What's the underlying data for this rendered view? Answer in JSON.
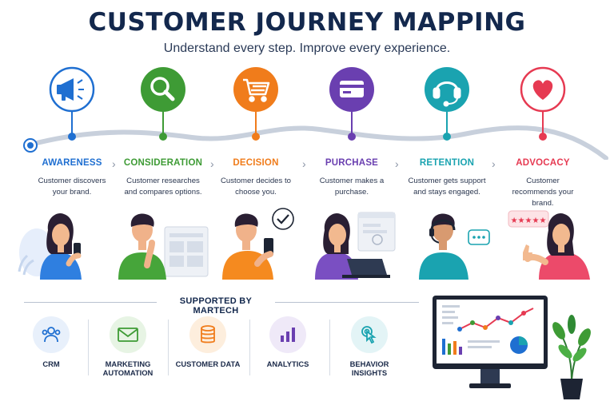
{
  "title": "CUSTOMER JOURNEY MAPPING",
  "subtitle": "Understand every step. Improve every experience.",
  "stages": [
    {
      "name": "AWARENESS",
      "desc": "Customer discovers your brand.",
      "color": "#1f6fd1",
      "icon": "megaphone-icon"
    },
    {
      "name": "CONSIDERATION",
      "desc": "Customer researches and compares options.",
      "color": "#3e9b35",
      "icon": "magnifier-icon"
    },
    {
      "name": "DECISION",
      "desc": "Customer decides to choose you.",
      "color": "#f07c1b",
      "icon": "shopping-cart-icon"
    },
    {
      "name": "PURCHASE",
      "desc": "Customer makes a purchase.",
      "color": "#6a3fb0",
      "icon": "credit-card-icon"
    },
    {
      "name": "RETENTION",
      "desc": "Customer gets support and stays engaged.",
      "color": "#1aa3b0",
      "icon": "headset-icon"
    },
    {
      "name": "ADVOCACY",
      "desc": "Customer recommends your brand.",
      "color": "#e63a52",
      "icon": "heart-icon"
    }
  ],
  "support": {
    "title": "SUPPORTED BY MARTECH",
    "tools": [
      {
        "label": "CRM",
        "icon": "users-icon"
      },
      {
        "label": "MARKETING AUTOMATION",
        "icon": "envelope-icon"
      },
      {
        "label": "CUSTOMER DATA",
        "icon": "database-icon"
      },
      {
        "label": "ANALYTICS",
        "icon": "bar-chart-icon"
      },
      {
        "label": "BEHAVIOR INSIGHTS",
        "icon": "pointer-click-icon"
      }
    ]
  },
  "rating_stars": "★★★★★"
}
